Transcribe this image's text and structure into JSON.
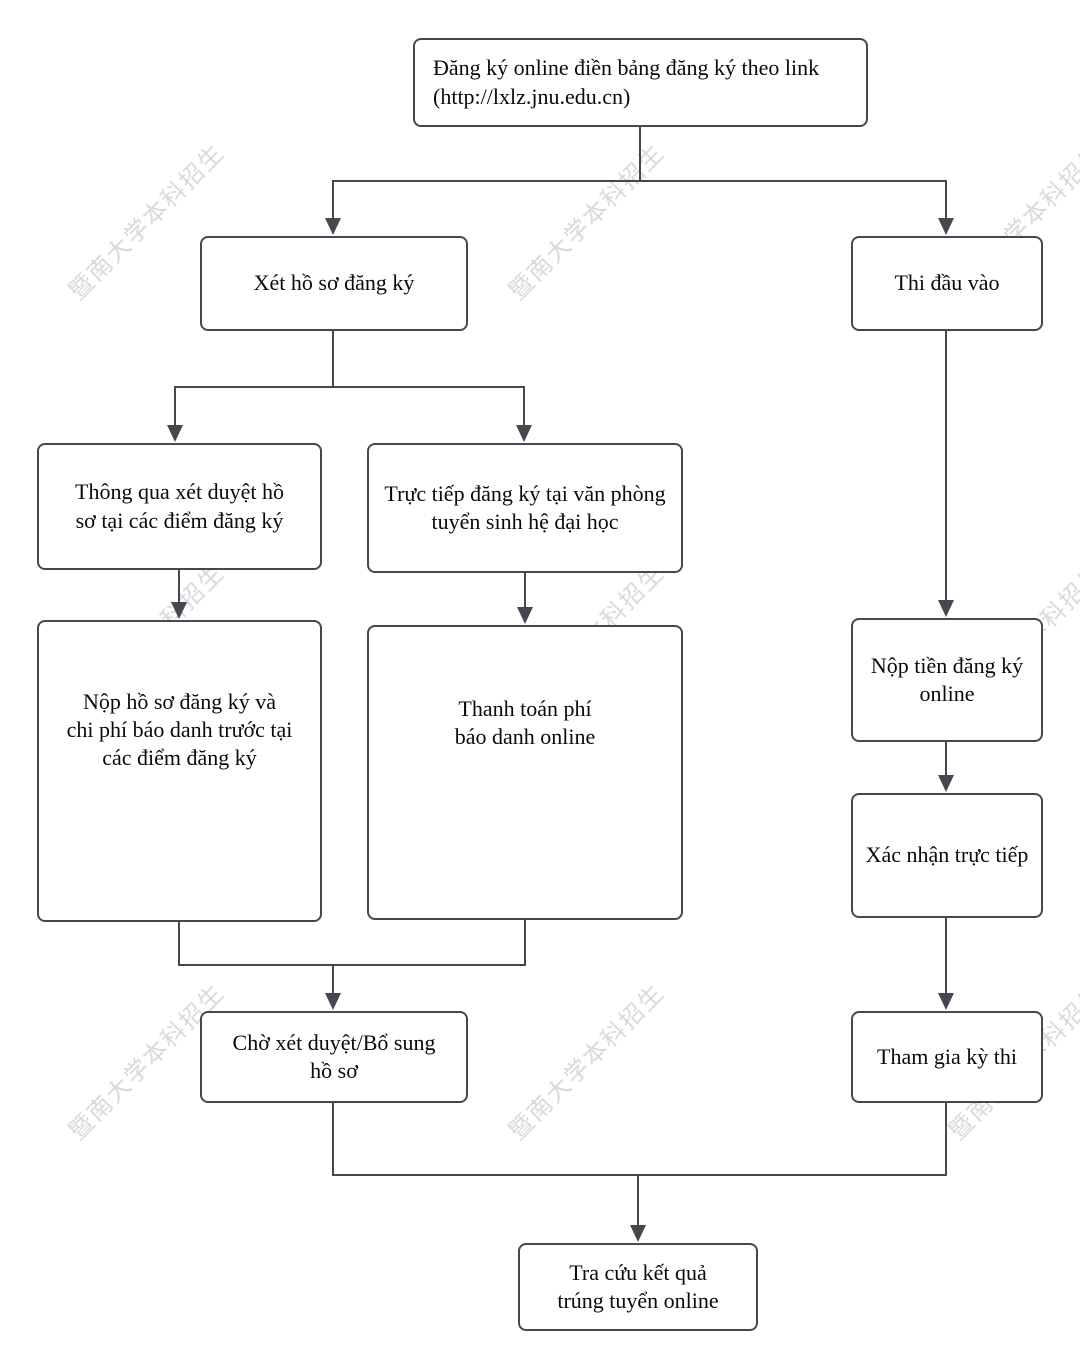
{
  "page": {
    "background": "#ffffff",
    "description_colors": {
      "box_border": "#474750",
      "connector_line": "#474750",
      "text": "#0a0a0a",
      "watermark": "#d9d9d9"
    }
  },
  "watermark": {
    "text": "暨南大学本科招生"
  },
  "flowchart": {
    "nodes": {
      "start": {
        "label": "Đăng ký online điền bảng đăng ký theo link\n(http://lxlz.jnu.edu.cn)"
      },
      "review_application": {
        "label": "Xét hồ sơ đăng ký"
      },
      "entrance_exam": {
        "label": "Thi đầu vào"
      },
      "approved_at_points": {
        "label": "Thông qua xét duyệt hồ\nsơ tại các điểm đăng ký"
      },
      "register_at_office": {
        "label": "Trực tiếp đăng ký tại văn phòng\ntuyển sinh hệ đại học"
      },
      "submit_documents": {
        "label": "Nộp hồ sơ đăng ký và\nchi phí báo danh trước tại\ncác điểm đăng ký"
      },
      "pay_fee_online": {
        "label": "Thanh toán phí\nbáo danh online"
      },
      "pay_registration_online": {
        "label": "Nộp tiền đăng ký\nonline"
      },
      "direct_confirmation": {
        "label": "Xác nhận trực tiếp"
      },
      "wait_approval": {
        "label": "Chờ xét duyệt/Bổ sung\nhồ sơ"
      },
      "take_exam": {
        "label": "Tham gia kỳ thi"
      },
      "check_results": {
        "label": "Tra cứu kết quả\ntrúng tuyển online"
      }
    }
  }
}
